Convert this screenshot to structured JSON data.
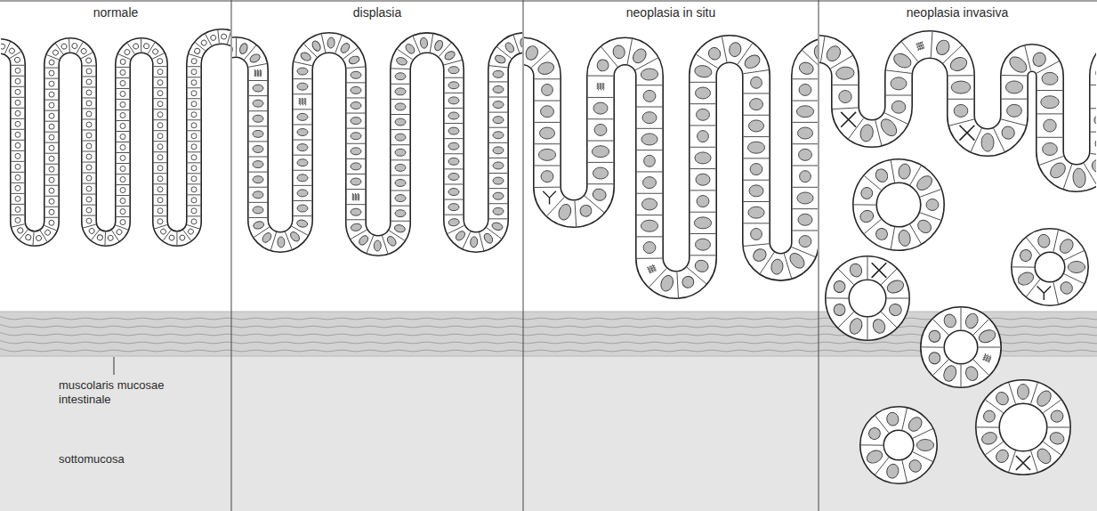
{
  "diagram": {
    "labels": [
      "normale",
      "displasia",
      "neoplasia in situ",
      "neoplasia invasiva",
      "muscolaris mucosae intestinale",
      "sottomucosa"
    ]
  }
}
